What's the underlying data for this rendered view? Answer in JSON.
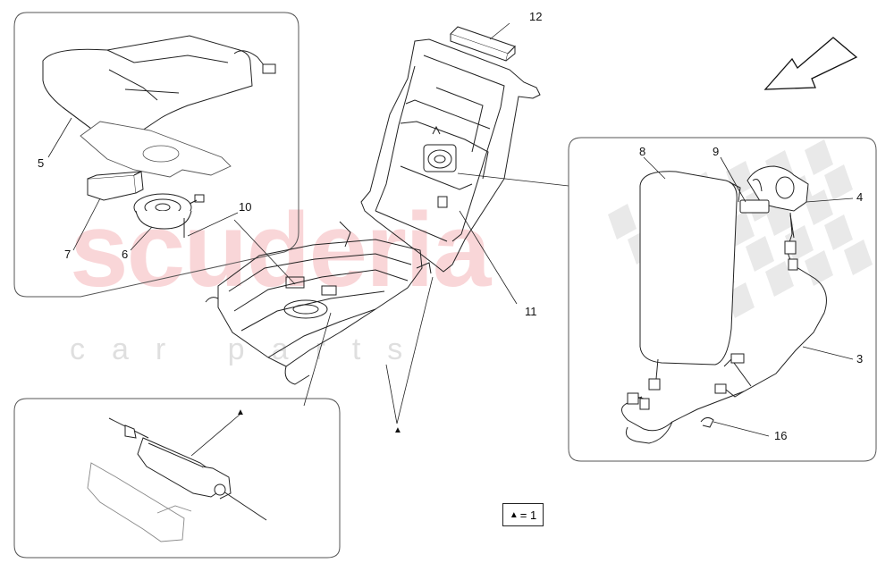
{
  "diagram": {
    "callouts": [
      "12",
      "5",
      "7",
      "6",
      "10",
      "11",
      "8",
      "9",
      "4",
      "3",
      "16"
    ],
    "assembly_markers": [
      "▲",
      "▲"
    ],
    "legend": {
      "symbol": "▲",
      "text": "= 1"
    },
    "watermark": {
      "main": "scuderia",
      "sub": "car parts"
    }
  }
}
